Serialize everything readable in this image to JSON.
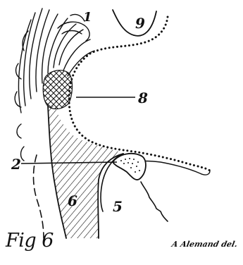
{
  "figure": {
    "caption": "Fig 6",
    "signature": "A Alemand del.",
    "labels": {
      "l1": "1",
      "l2": "2",
      "l5": "5",
      "l6": "6",
      "l8": "8",
      "l9": "9"
    }
  },
  "colors": {
    "ink": "#111111",
    "paper": "#ffffff"
  }
}
